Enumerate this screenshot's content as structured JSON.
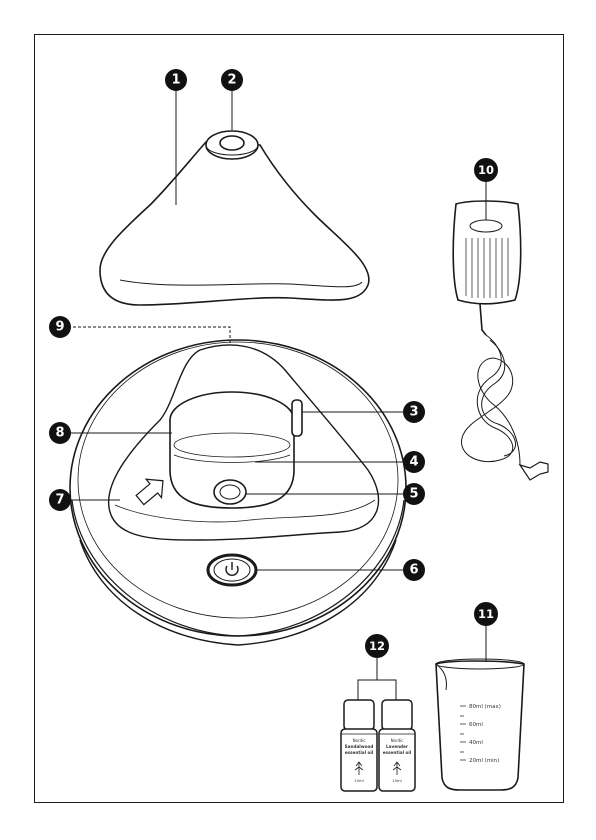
{
  "callouts": [
    {
      "id": "1",
      "label": "1"
    },
    {
      "id": "2",
      "label": "2"
    },
    {
      "id": "3",
      "label": "3"
    },
    {
      "id": "4",
      "label": "4"
    },
    {
      "id": "5",
      "label": "5"
    },
    {
      "id": "6",
      "label": "6"
    },
    {
      "id": "7",
      "label": "7"
    },
    {
      "id": "8",
      "label": "8"
    },
    {
      "id": "9",
      "label": "9"
    },
    {
      "id": "10",
      "label": "10"
    },
    {
      "id": "11",
      "label": "11"
    },
    {
      "id": "12",
      "label": "12"
    }
  ],
  "beaker": {
    "marks": [
      "80ml (max)",
      "60ml",
      "40ml",
      "20ml (min)"
    ]
  },
  "bottles": {
    "left": {
      "brand": "Nordic",
      "name_line1": "Sandalwood",
      "name_line2": "essential oil",
      "volume": "10ml"
    },
    "right": {
      "brand": "Nordic",
      "name_line1": "Lavender",
      "name_line2": "essential oil",
      "volume": "10ml"
    }
  },
  "colors": {
    "ink": "#1a1a1a",
    "callout_fill": "#111111",
    "background": "#ffffff"
  },
  "icons": [
    "power-icon",
    "arrow-icon"
  ]
}
